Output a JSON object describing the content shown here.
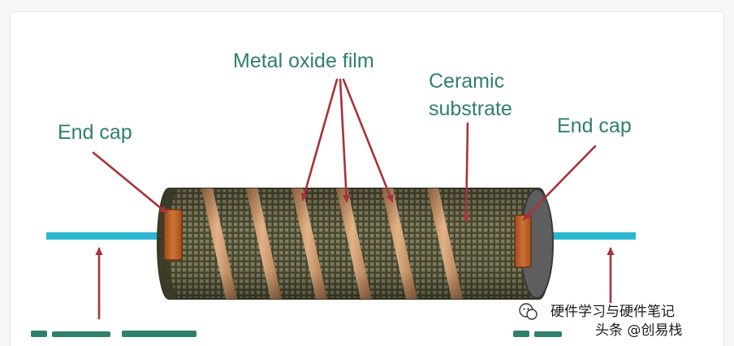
{
  "labels": {
    "end_cap_left": "End cap",
    "metal_oxide_film": "Metal oxide film",
    "ceramic_line1": "Ceramic",
    "ceramic_line2": "substrate",
    "end_cap_right": "End cap"
  },
  "watermark": {
    "account": "硬件学习与硬件笔记",
    "source": "头条 @创易栈"
  },
  "colors": {
    "label_text": "#2f7f6e",
    "arrow": "#a8323a",
    "lead_wire": "#2ab7cf",
    "body": "#4b4a33",
    "body_mesh": "#847f63",
    "film_band": "#d6a074",
    "end_cap": "#c0652d"
  }
}
